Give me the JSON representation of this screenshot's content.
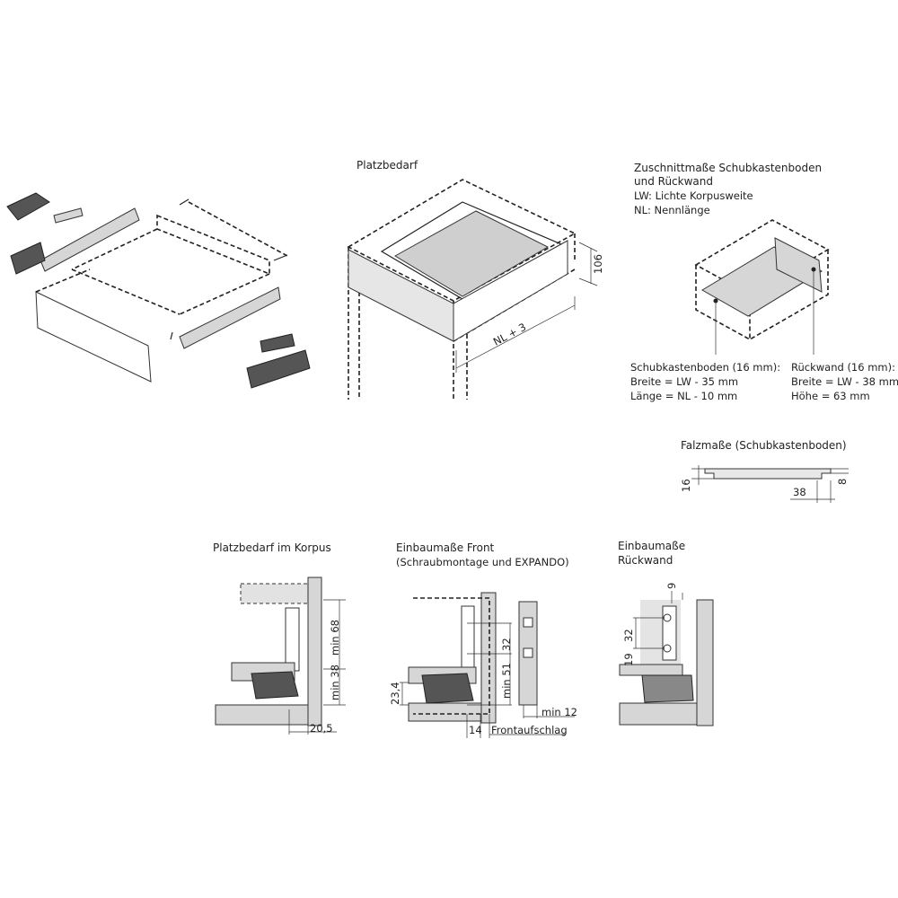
{
  "exploded_view": {
    "caption": ""
  },
  "platzbedarf": {
    "title": "Platzbedarf",
    "height_dim": "106",
    "length_dim": "NL + 3"
  },
  "zuschnitt": {
    "title_line1": "Zuschnittmaße Schubkastenboden",
    "title_line2": "und Rückwand",
    "legend_lw": "LW: Lichte Korpusweite",
    "legend_nl": "NL: Nennlänge",
    "boden": {
      "heading": "Schubkastenboden (16 mm):",
      "breite": "Breite = LW - 35 mm",
      "laenge": "Länge = NL - 10 mm"
    },
    "rueckwand": {
      "heading": "Rückwand (16 mm):",
      "breite": "Breite = LW - 38 mm",
      "hoehe": "Höhe = 63 mm"
    }
  },
  "falzmasse": {
    "title": "Falzmaße (Schubkastenboden)",
    "dim_thickness": "16",
    "dim_width": "38",
    "dim_depth": "8"
  },
  "korpus": {
    "title": "Platzbedarf im Korpus",
    "dim_min68": "min 68",
    "dim_min38": "min 38",
    "dim_side": "20,5"
  },
  "front": {
    "title": "Einbaumaße Front",
    "subtitle": "(Schraubmontage und EXPANDO)",
    "dim_32": "32",
    "dim_min51": "min 51",
    "dim_234": "23,4",
    "dim_14": "14",
    "dim_frontaufschlag": "Frontaufschlag",
    "dim_min12": "min 12"
  },
  "rueckwand_mount": {
    "title_line1": "Einbaumaße",
    "title_line2": "Rückwand",
    "dim_9": "9",
    "dim_32": "32",
    "dim_19": "19"
  }
}
